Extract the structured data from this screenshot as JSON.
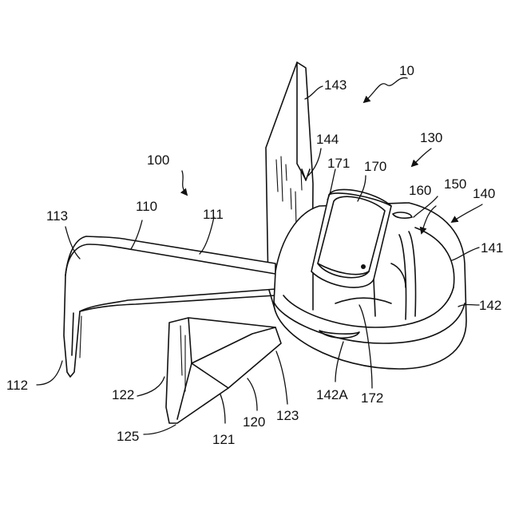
{
  "figure": {
    "labels": {
      "l10": "10",
      "l100": "100",
      "l110": "110",
      "l111": "111",
      "l112": "112",
      "l113": "113",
      "l120": "120",
      "l121": "121",
      "l122": "122",
      "l123": "123",
      "l125": "125",
      "l130": "130",
      "l140": "140",
      "l141": "141",
      "l142": "142",
      "l142A": "142A",
      "l143": "143",
      "l144": "144",
      "l150": "150",
      "l160": "160",
      "l170": "170",
      "l171": "171",
      "l172": "172"
    }
  }
}
